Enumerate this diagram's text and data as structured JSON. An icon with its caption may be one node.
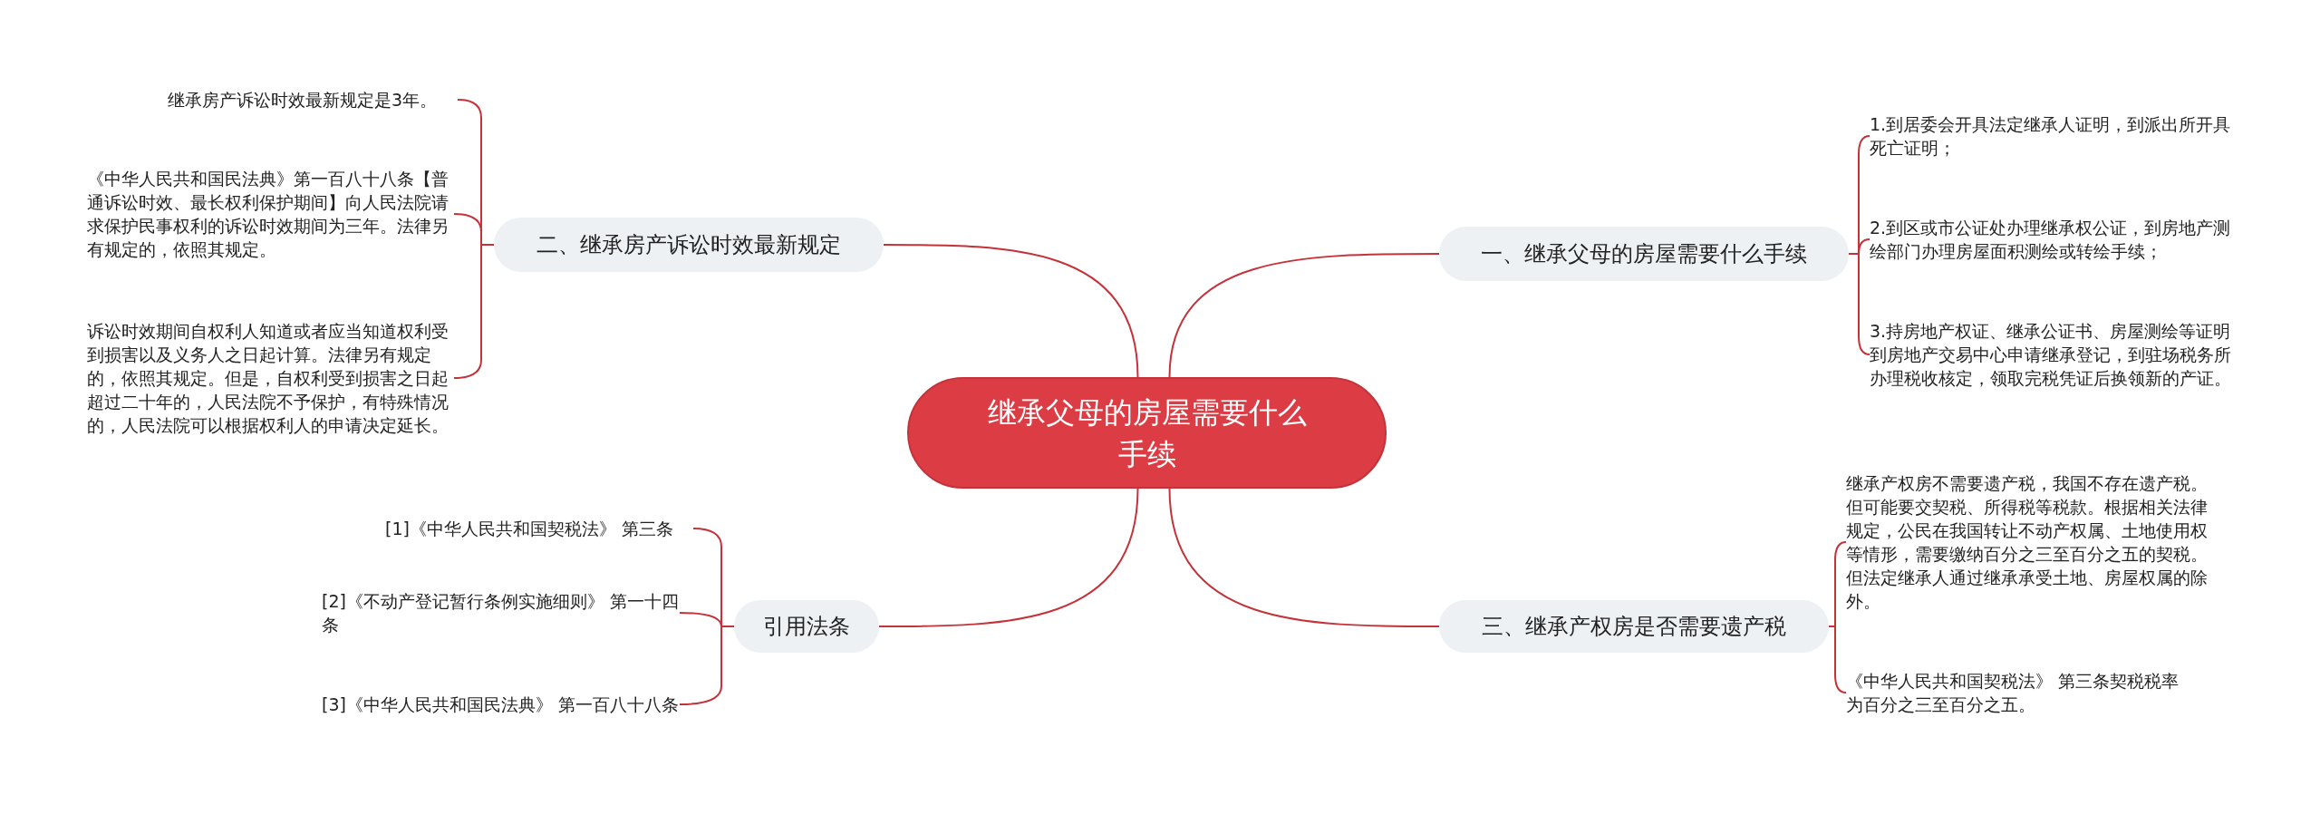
{
  "diagram": {
    "nodes": [
      {
        "text": [
          "继承父母的房屋需要什么手续"
        ]
      },
      {
        "text": [
          "一、继承父母的房屋需要什么手续"
        ]
      },
      {
        "text": [
          "二、继承房产诉讼时效最新规定"
        ]
      },
      {
        "text": [
          "三、继承产权房是否需要遗产税"
        ]
      },
      {
        "text": [
          "引用法条"
        ]
      },
      {
        "text": [
          "1.到居委会开具法定继承人证明，到派出所开具死亡证明；"
        ]
      },
      {
        "text": [
          "2.到区或市公证处办理继承权公证，到房地产测绘部门办理房屋面积测绘或转绘手续；"
        ]
      },
      {
        "text": [
          "3.持房地产权证、继承公证书、房屋测绘等证明到房地产交易中心申请继承登记，到驻场税务所办理税收核定，领取完税凭证后换领新的产证。"
        ]
      },
      {
        "text": [
          "继承房产诉讼时效最新规定是3年。"
        ]
      },
      {
        "text": [
          "《中华人民共和国民法典》第一百八十八条【普通诉讼时效、最长权利保护期间】向人民法院请求保护民事权利的诉讼时效期间为三年。法律另有规定的，依照其规定。"
        ]
      },
      {
        "text": [
          "诉讼时效期间自权利人知道或者应当知道权利受到损害以及义务人之日起计算。法律另有规定的，依照其规定。但是，自权利受到损害之日起超过二十年的，人民法院不予保护，有特殊情况的，人民法院可以根据权利人的申请决定延长。"
        ]
      },
      {
        "text": [
          "继承产权房不需要遗产税，我国不存在遗产税。但可能要交契税、所得税等税款。根据相关法律规定，公民在我国转让不动产权属、土地使用权等情形，需要缴纳百分之三至百分之五的契税。但法定继承人通过继承承受土地、房屋权属的除外。"
        ]
      },
      {
        "text": [
          "《中华人民共和国契税法》 第三条契税税率为百分之三至百分之五。"
        ]
      },
      {
        "text": [
          "[1]《中华人民共和国契税法》 第三条"
        ]
      },
      {
        "text": [
          "[2]《不动产登记暂行条例实施细则》 第一十四条"
        ]
      },
      {
        "text": [
          "[3]《中华人民共和国民法典》 第一百八十八条"
        ]
      }
    ],
    "edges": [
      {
        "from": 0,
        "to": 1,
        "arrow": "none"
      },
      {
        "from": 0,
        "to": 2,
        "arrow": "none"
      },
      {
        "from": 0,
        "to": 3,
        "arrow": "none"
      },
      {
        "from": 0,
        "to": 4,
        "arrow": "none"
      },
      {
        "from": 1,
        "to": 5,
        "arrow": "none"
      },
      {
        "from": 1,
        "to": 6,
        "arrow": "none"
      },
      {
        "from": 1,
        "to": 7,
        "arrow": "none"
      },
      {
        "from": 2,
        "to": 8,
        "arrow": "none"
      },
      {
        "from": 2,
        "to": 9,
        "arrow": "none"
      },
      {
        "from": 2,
        "to": 10,
        "arrow": "none"
      },
      {
        "from": 3,
        "to": 11,
        "arrow": "none"
      },
      {
        "from": 3,
        "to": 12,
        "arrow": "none"
      },
      {
        "from": 4,
        "to": 13,
        "arrow": "none"
      },
      {
        "from": 4,
        "to": 14,
        "arrow": "none"
      },
      {
        "from": 4,
        "to": 15,
        "arrow": "none"
      }
    ]
  }
}
